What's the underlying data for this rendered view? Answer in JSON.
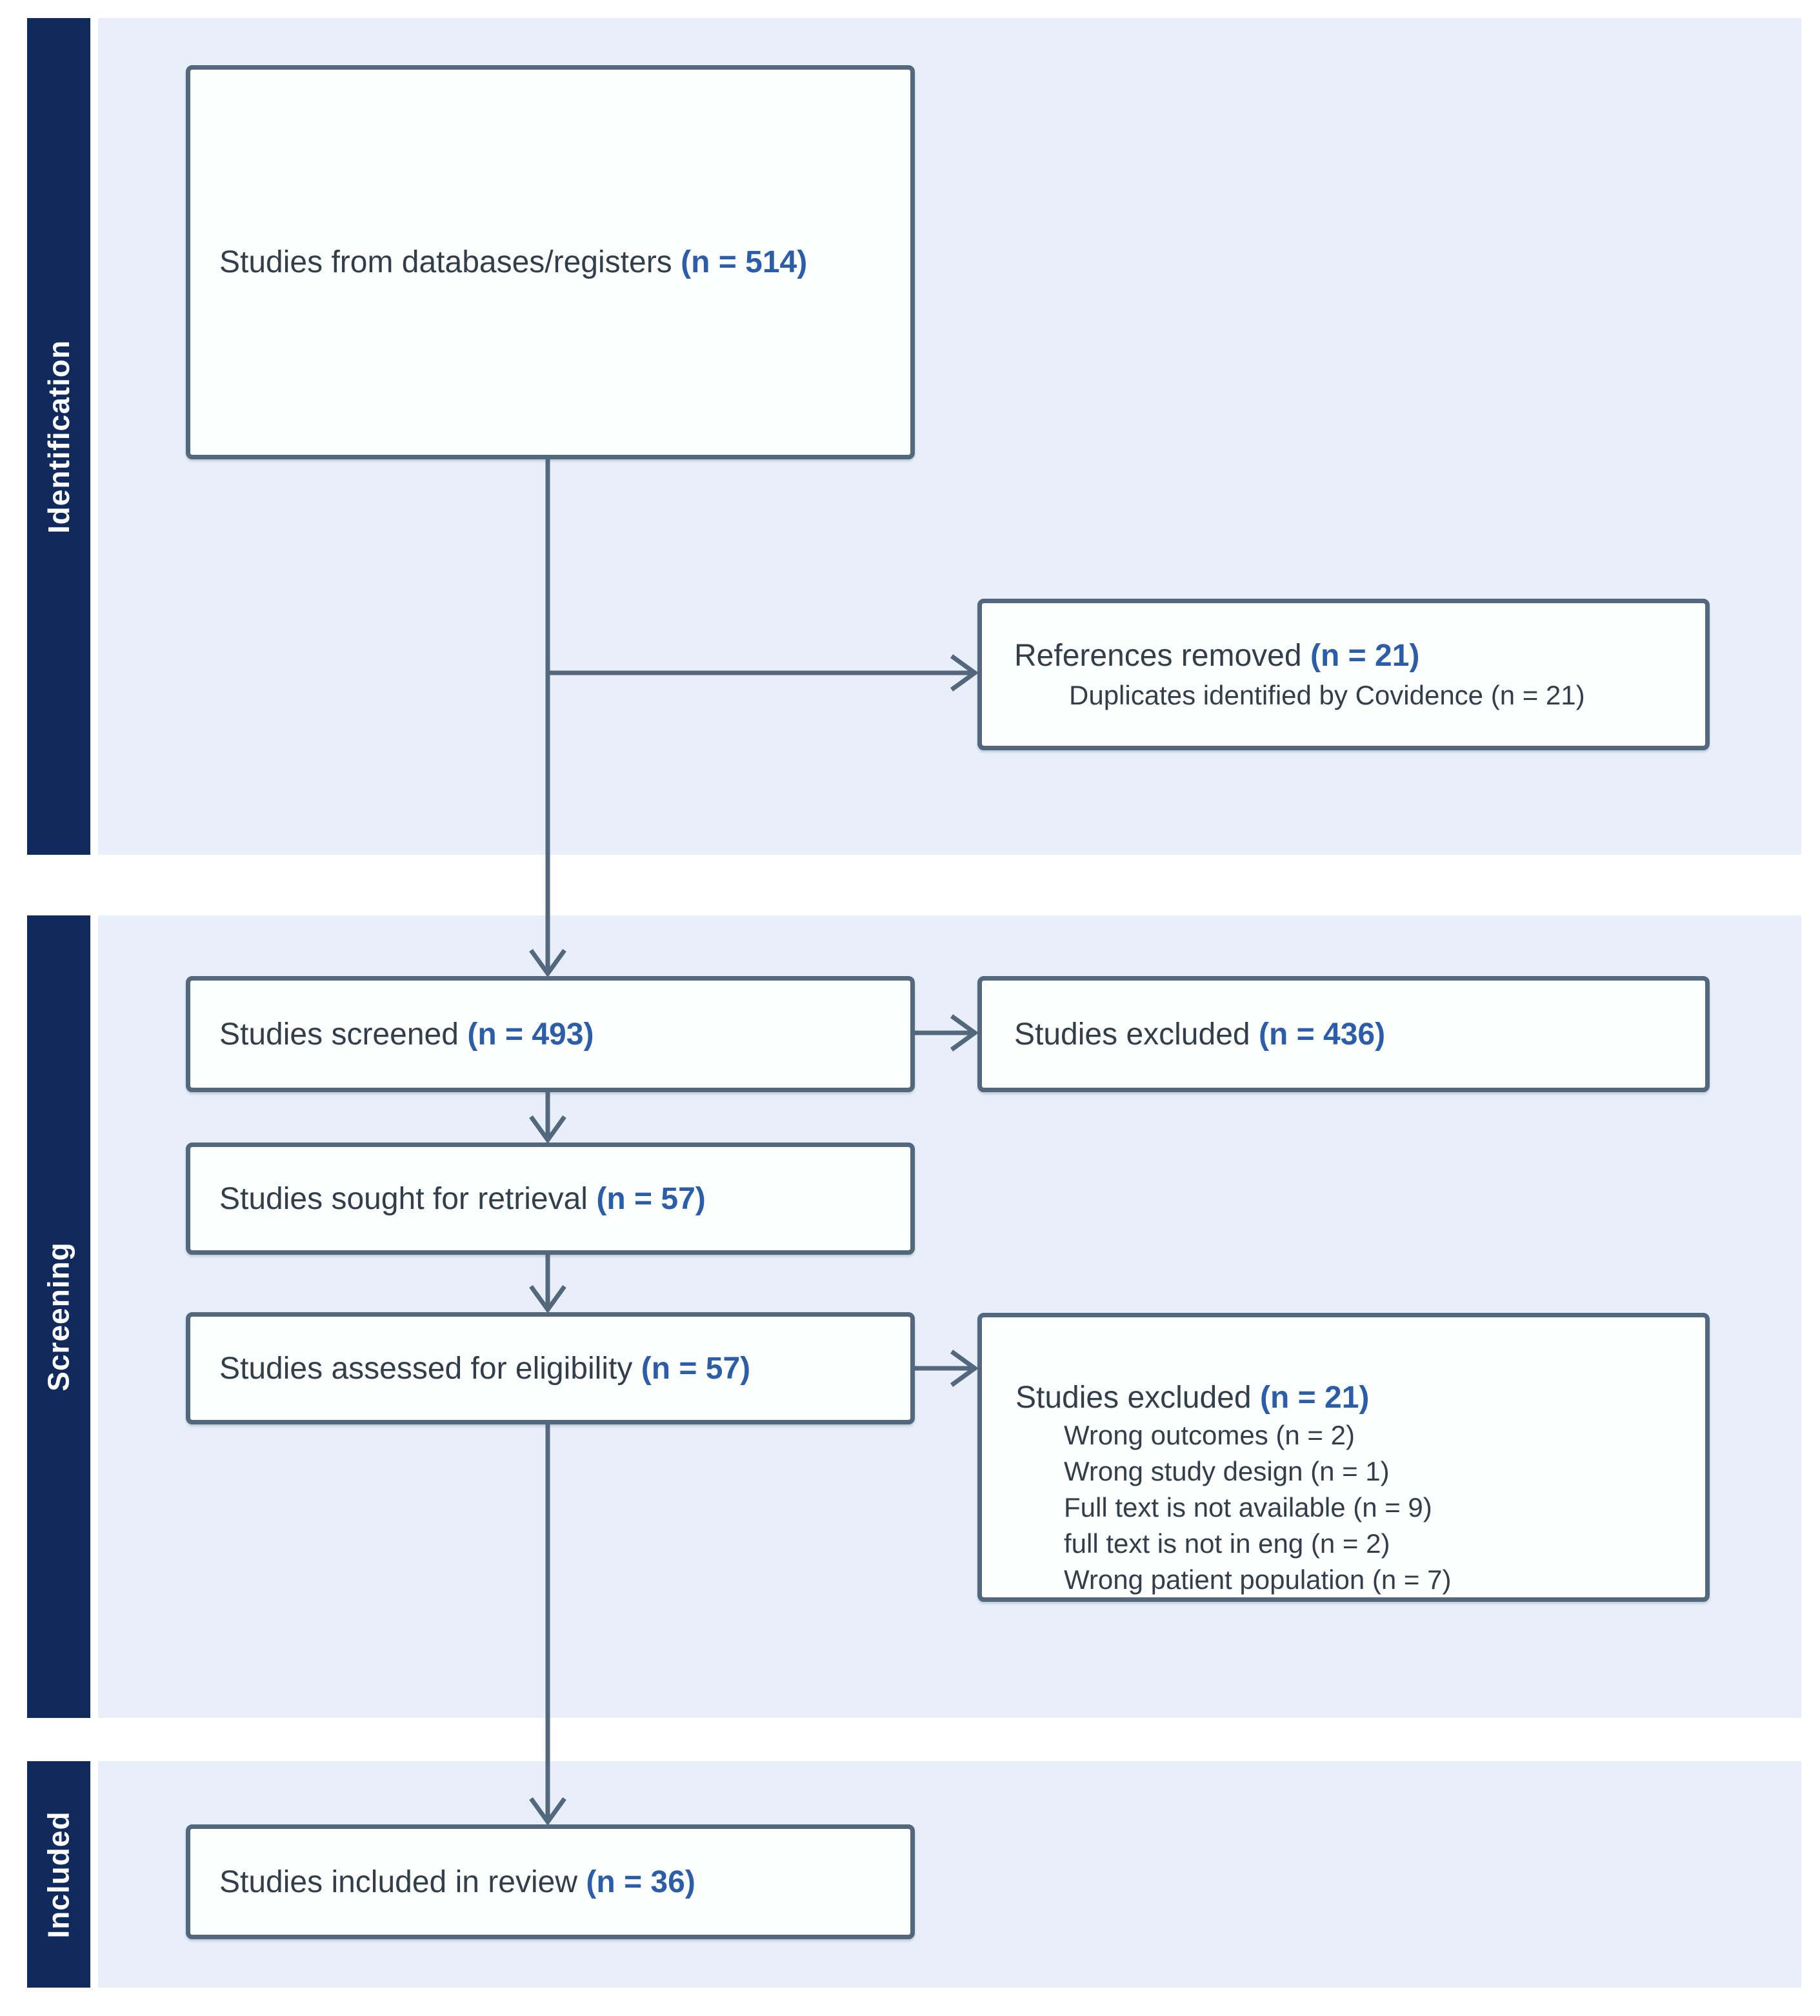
{
  "sidebar": {
    "identification": "Identification",
    "screening": "Screening",
    "included": "Included"
  },
  "boxes": {
    "databases": {
      "label": "Studies from databases/registers",
      "count": "(n = 514)"
    },
    "references_removed": {
      "label": "References removed",
      "count": "(n = 21)",
      "detail": "Duplicates identified by Covidence (n = 21)"
    },
    "screened": {
      "label": "Studies screened",
      "count": "(n = 493)"
    },
    "excluded_screening": {
      "label": "Studies excluded",
      "count": "(n = 436)"
    },
    "sought": {
      "label": "Studies sought for retrieval",
      "count": "(n = 57)"
    },
    "assessed": {
      "label": "Studies assessed for eligibility",
      "count": "(n = 57)"
    },
    "excluded_eligibility": {
      "label": "Studies excluded",
      "count": "(n = 21)",
      "reasons": [
        "Wrong outcomes (n = 2)",
        "Wrong study design (n = 1)",
        "Full text is not available (n = 9)",
        "full text is not in eng (n = 2)",
        "Wrong patient population (n = 7)"
      ]
    },
    "included": {
      "label": "Studies included in review",
      "count": "(n = 36)"
    }
  },
  "colors": {
    "sidebar_navy": "#112a5e",
    "panel_blue": "#e8eff8",
    "box_border": "#53677d",
    "text_dark": "#333e4b",
    "count_blue": "#2b5da8"
  }
}
